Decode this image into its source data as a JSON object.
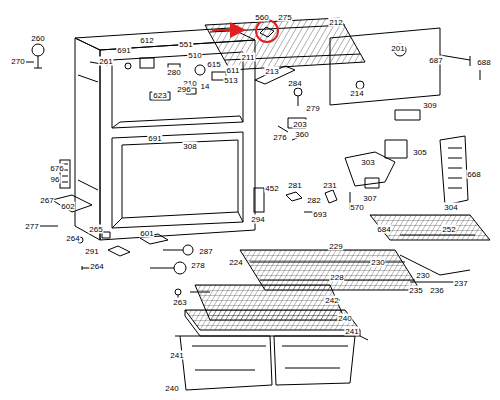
{
  "diagram": {
    "labels": [
      "560",
      "275",
      "212",
      "260",
      "612",
      "551",
      "691",
      "510",
      "201",
      "270",
      "261",
      "211",
      "687",
      "688",
      "615",
      "611",
      "213",
      "280",
      "513",
      "210",
      "14",
      "284",
      "296",
      "623",
      "214",
      "309",
      "279",
      "203",
      "360",
      "276",
      "691",
      "308",
      "305",
      "303",
      "676",
      "668",
      "96",
      "452",
      "281",
      "231",
      "307",
      "267",
      "282",
      "602",
      "570",
      "304",
      "693",
      "294",
      "277",
      "265",
      "684",
      "252",
      "601",
      "264",
      "229",
      "291",
      "287",
      "224",
      "230",
      "264",
      "278",
      "228",
      "230",
      "237",
      "235",
      "236",
      "263",
      "242",
      "240",
      "241",
      "241",
      "240"
    ]
  }
}
